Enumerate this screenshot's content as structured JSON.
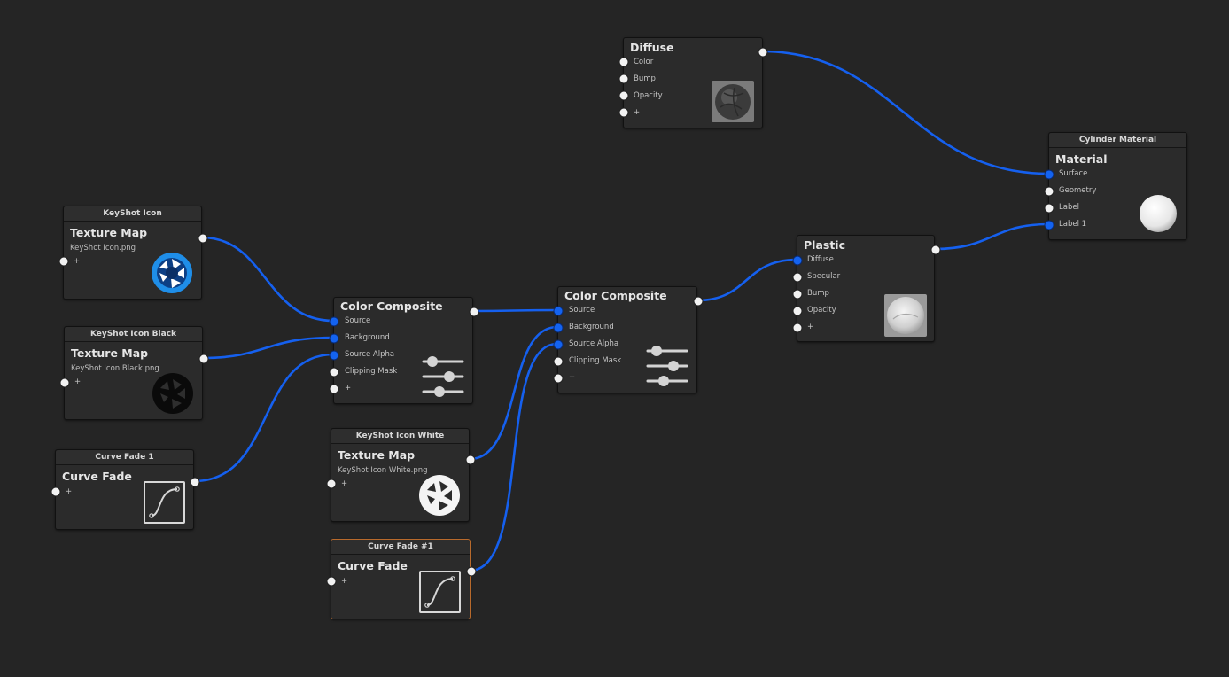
{
  "colors": {
    "wire": "#1560ef",
    "port_linked": "#1463f0",
    "port_free": "#f2f2f2",
    "selected_border": "#b86a2c",
    "canvas": "#252525"
  },
  "nodes": {
    "diffuse": {
      "title": "Diffuse",
      "inputs": [
        "Color",
        "Bump",
        "Opacity",
        "+"
      ],
      "thumb": "stone-sphere"
    },
    "cylinder_material": {
      "header": "Cylinder Material",
      "title": "Material",
      "inputs": [
        "Surface",
        "Geometry",
        "Label",
        "Label 1"
      ],
      "thumb": "white-sphere"
    },
    "keyshot_icon": {
      "header": "KeyShot Icon",
      "title": "Texture Map",
      "subtitle": "KeyShot Icon.png",
      "inputs": [
        "+"
      ],
      "thumb": "keyshot-logo-blue"
    },
    "keyshot_icon_black": {
      "header": "KeyShot Icon Black",
      "title": "Texture Map",
      "subtitle": "KeyShot Icon Black.png",
      "inputs": [
        "+"
      ],
      "thumb": "keyshot-logo-black"
    },
    "curve_fade_1": {
      "header": "Curve Fade 1",
      "title": "Curve Fade",
      "inputs": [
        "+"
      ],
      "thumb": "curve"
    },
    "color_composite_1": {
      "title": "Color Composite",
      "inputs": [
        "Source",
        "Background",
        "Source Alpha",
        "Clipping Mask",
        "+"
      ],
      "thumb": "sliders"
    },
    "keyshot_icon_white": {
      "header": "KeyShot Icon White",
      "title": "Texture Map",
      "subtitle": "KeyShot Icon White.png",
      "inputs": [
        "+"
      ],
      "thumb": "keyshot-logo-white"
    },
    "curve_fade_2": {
      "header": "Curve Fade #1",
      "title": "Curve Fade",
      "inputs": [
        "+"
      ],
      "thumb": "curve"
    },
    "color_composite_2": {
      "title": "Color Composite",
      "inputs": [
        "Source",
        "Background",
        "Source Alpha",
        "Clipping Mask",
        "+"
      ],
      "thumb": "sliders"
    },
    "plastic": {
      "title": "Plastic",
      "inputs": [
        "Diffuse",
        "Specular",
        "Bump",
        "Opacity",
        "+"
      ],
      "thumb": "grey-sphere"
    }
  }
}
